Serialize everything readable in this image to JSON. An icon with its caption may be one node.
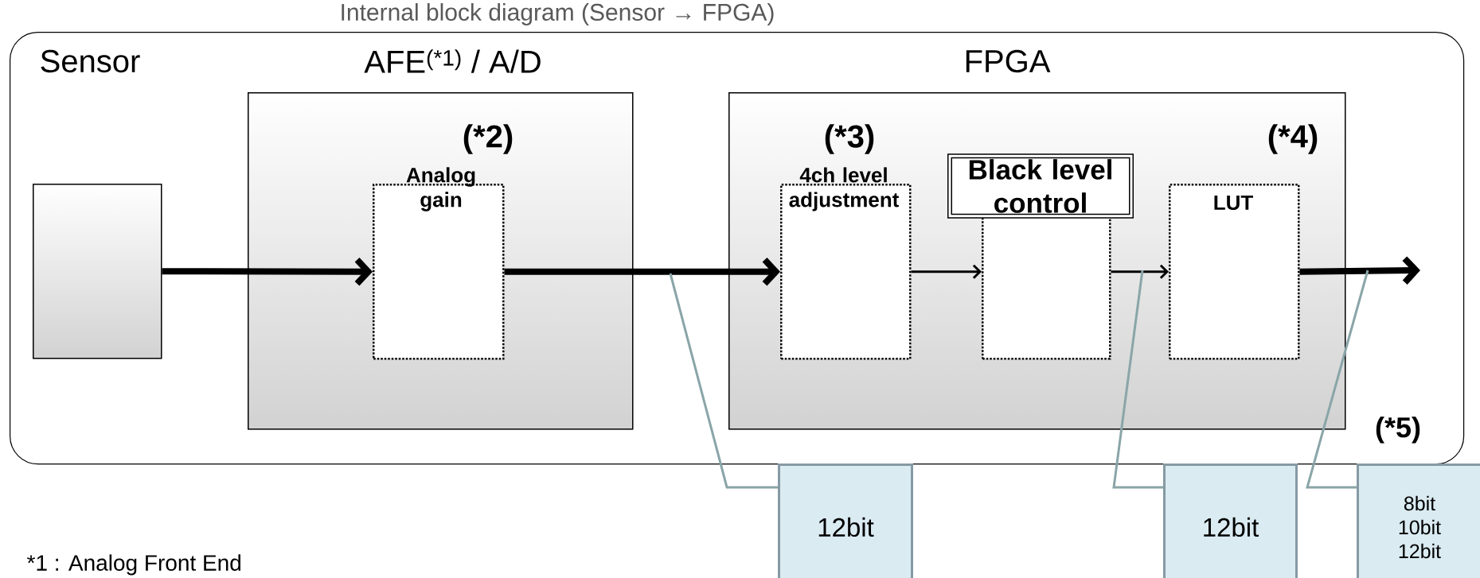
{
  "diagram": {
    "title": "Internal block diagram (Sensor → FPGA)",
    "nodes": [
      {
        "text": [],
        "shape": "box"
      },
      {
        "text": [
          "Sensor"
        ],
        "in": 0
      },
      {
        "text": [
          "AFE$^{(*1)}$ / A/D"
        ],
        "in": 0
      },
      {
        "text": [
          "Analog gain"
        ],
        "in": 2
      },
      {
        "text": [
          "FPGA"
        ],
        "in": 0
      },
      {
        "text": [
          "4ch level adjustment"
        ],
        "in": 4
      },
      {
        "text": [
          "Black level control"
        ],
        "in": 4
      },
      {
        "text": [
          "LUT"
        ],
        "in": 4
      },
      {
        "text": [
          "12bit"
        ]
      },
      {
        "text": [
          "12bit"
        ]
      },
      {
        "text": [
          "8bit 10bit 12bit"
        ],
        "beside": [
          "(*5)"
        ]
      }
    ],
    "edges": [
      {
        "from": 1,
        "to": 3,
        "arrow": "to",
        "style": "thick"
      },
      {
        "from": 3,
        "to": 5,
        "arrow": "to",
        "style": "thick"
      },
      {
        "from": 5,
        "to": 6,
        "arrow": "to"
      },
      {
        "from": 6,
        "to": 7,
        "arrow": "to"
      },
      {
        "from": 7,
        "to": null,
        "arrow": "to",
        "style": "thick"
      },
      {
        "from": 8,
        "to": null,
        "arrow": "none",
        "color": "#8aa5a8"
      },
      {
        "from": 9,
        "to": null,
        "arrow": "none",
        "color": "#8aa5a8"
      },
      {
        "from": 10,
        "to": null,
        "arrow": "none",
        "color": "#8aa5a8"
      }
    ],
    "labels": [
      "(*2)",
      "(*3)",
      "(*4)",
      "*1 : Analog Front End"
    ]
  }
}
